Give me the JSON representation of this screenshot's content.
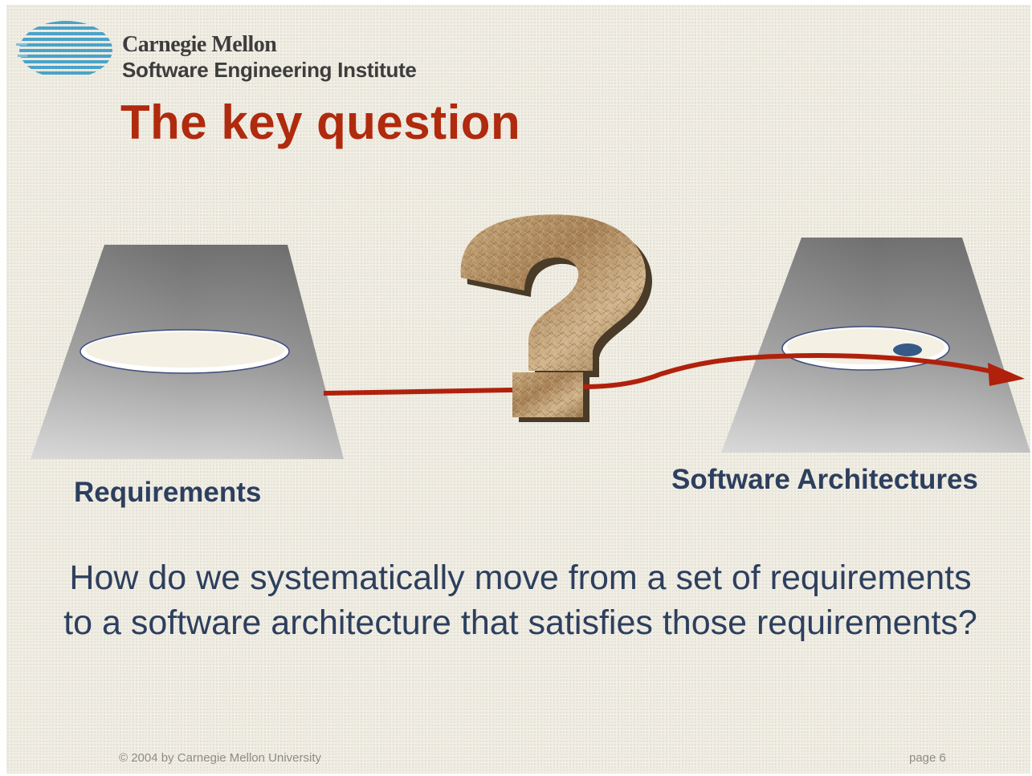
{
  "header": {
    "org_name": "Carnegie Mellon",
    "org_sub": "Software Engineering Institute"
  },
  "slide": {
    "title": "The key question",
    "left_label": "Requirements",
    "right_label": "Software Architectures",
    "question": "How do we systematically move from a set of requirements to a software architecture that satisfies those requirements?",
    "question_mark": "?",
    "copyright": "© 2004 by Carnegie Mellon University",
    "page": "page 6"
  },
  "icons": {
    "logo": "sei-striped-globe-icon",
    "question": "crumpled-paper-question-mark-icon",
    "arrow": "red-arrow-icon"
  },
  "colors": {
    "background": "#efece2",
    "title": "#b02a0e",
    "text": "#2d3f5e",
    "arrow": "#b0210c",
    "logo": "#4aa3c9"
  }
}
